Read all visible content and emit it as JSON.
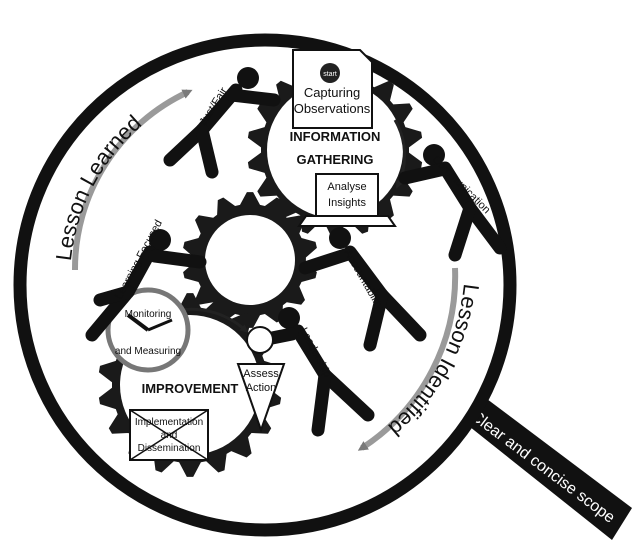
{
  "arcs": {
    "top_left": "Lesson Learned",
    "right": "Lesson Identified"
  },
  "handle": {
    "label": "Clear and concise scope"
  },
  "info_gear": {
    "title_line1": "INFORMATION",
    "title_line2": "GATHERING",
    "doc_start": "start",
    "doc_line1": "Capturing",
    "doc_line2": "Observations",
    "laptop_line1": "Analyse",
    "laptop_line2": "Insights"
  },
  "improvement_gear": {
    "title": "IMPROVEMENT",
    "clock_line1": "Monitoring",
    "clock_line2": "and Measuring",
    "cone_line1": "Assess",
    "cone_line2": "Action",
    "env_line1": "Implementation",
    "env_line2": "and",
    "env_line3": "Dissemination"
  },
  "figures": {
    "just_fair": "Just/Fair",
    "communication": "Communication",
    "learning_focused": "Learning Focused",
    "accountability": "Accountability",
    "leadership": "Leadership"
  },
  "colors": {
    "ink": "#111111",
    "arrow_grey": "#8a8a8a",
    "handle": "#111111",
    "handle_text": "#ffffff"
  }
}
